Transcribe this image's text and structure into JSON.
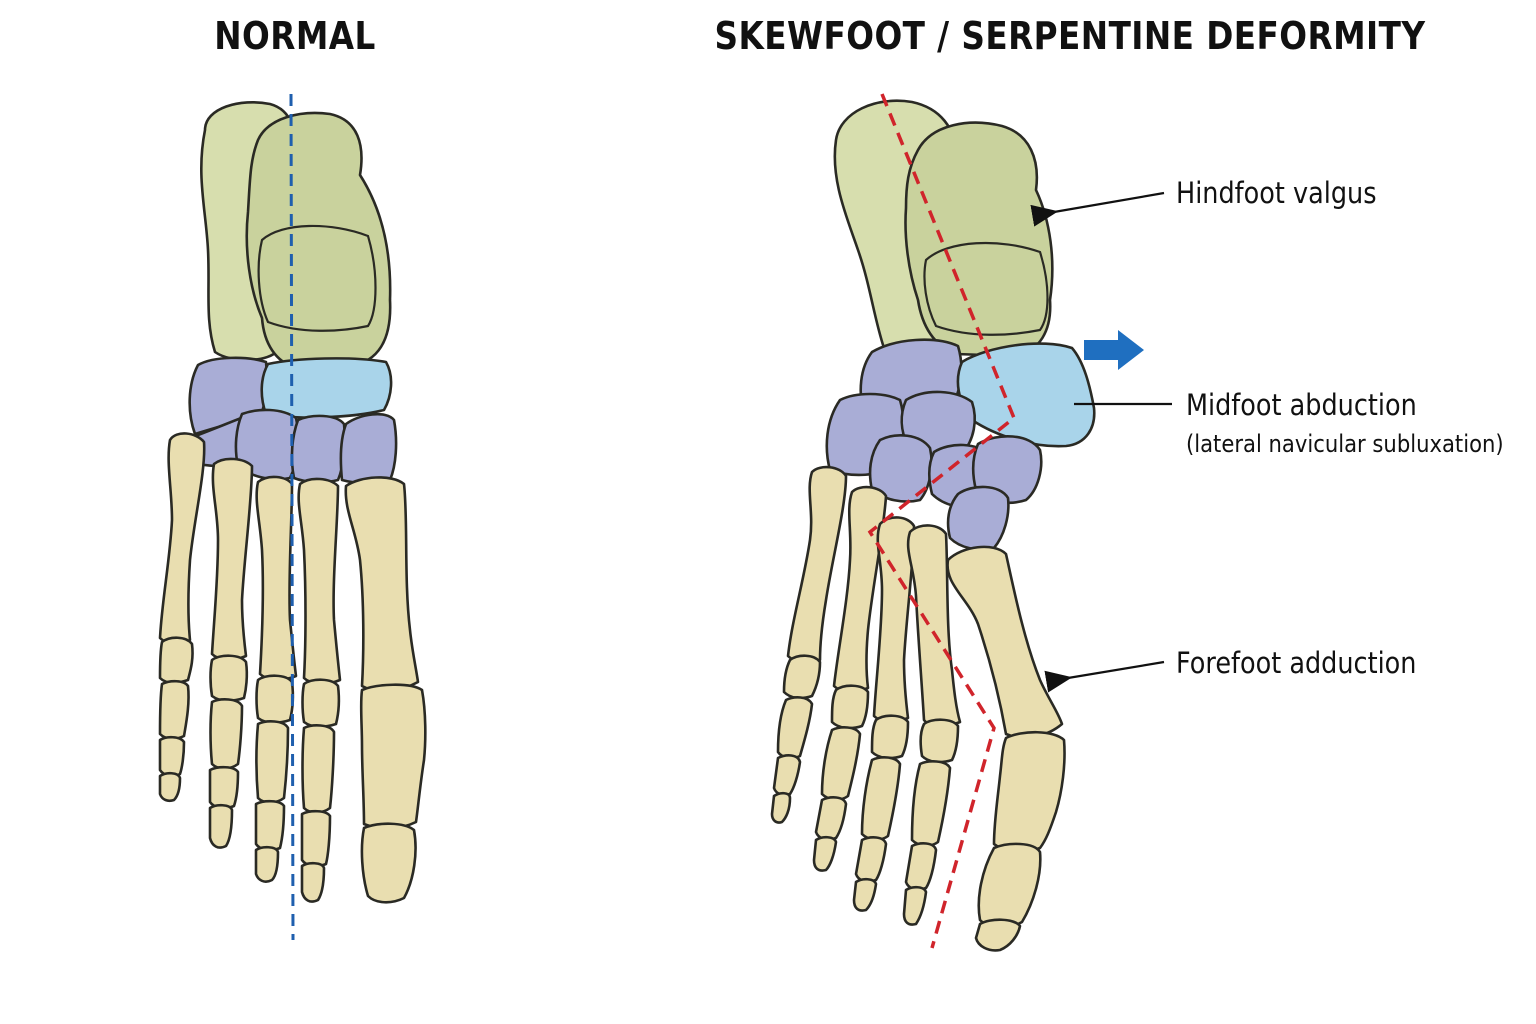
{
  "titles": {
    "normal": "NORMAL",
    "deformity": "SKEWFOOT / SERPENTINE DEFORMITY"
  },
  "annotations": {
    "hindfoot": "Hindfoot valgus",
    "midfoot": "Midfoot abduction",
    "midfoot_detail": "(lateral navicular subluxation)",
    "forefoot": "Forefoot adduction"
  },
  "colors": {
    "hindfoot_bones": "#d7deae",
    "midfoot_bones": "#a9add6",
    "navicular": "#a9d4ea",
    "forefoot_bones": "#e9deb0",
    "normal_axis_line": "#1f5fae",
    "deformity_axis_line": "#d0242b",
    "direction_arrow": "#1f6fc0"
  }
}
